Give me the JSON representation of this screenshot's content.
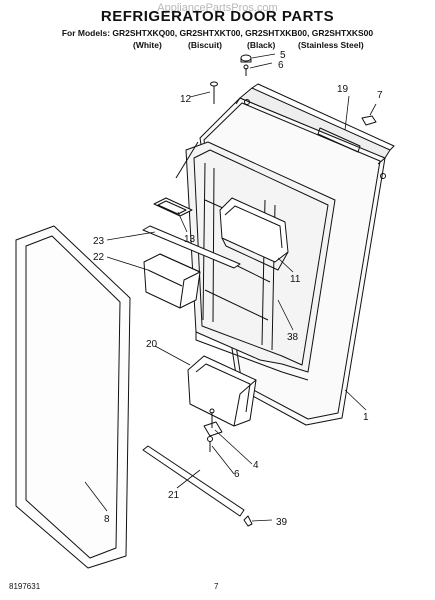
{
  "watermark": "AppliancePartsPros.com",
  "title": "REFRIGERATOR DOOR PARTS",
  "models_line": "For Models: GR2SHTXKQ00, GR2SHTXKT00, GR2SHTXKB00, GR2SHTXKS00",
  "variants": [
    "(White)",
    "(Biscuit)",
    "(Black)",
    "(Stainless Steel)"
  ],
  "callouts": [
    "5",
    "6",
    "7",
    "12",
    "19",
    "13",
    "23",
    "22",
    "11",
    "38",
    "20",
    "1",
    "4",
    "6",
    "21",
    "8",
    "39"
  ],
  "footer": {
    "part_number": "8197631",
    "page_number": "7"
  }
}
